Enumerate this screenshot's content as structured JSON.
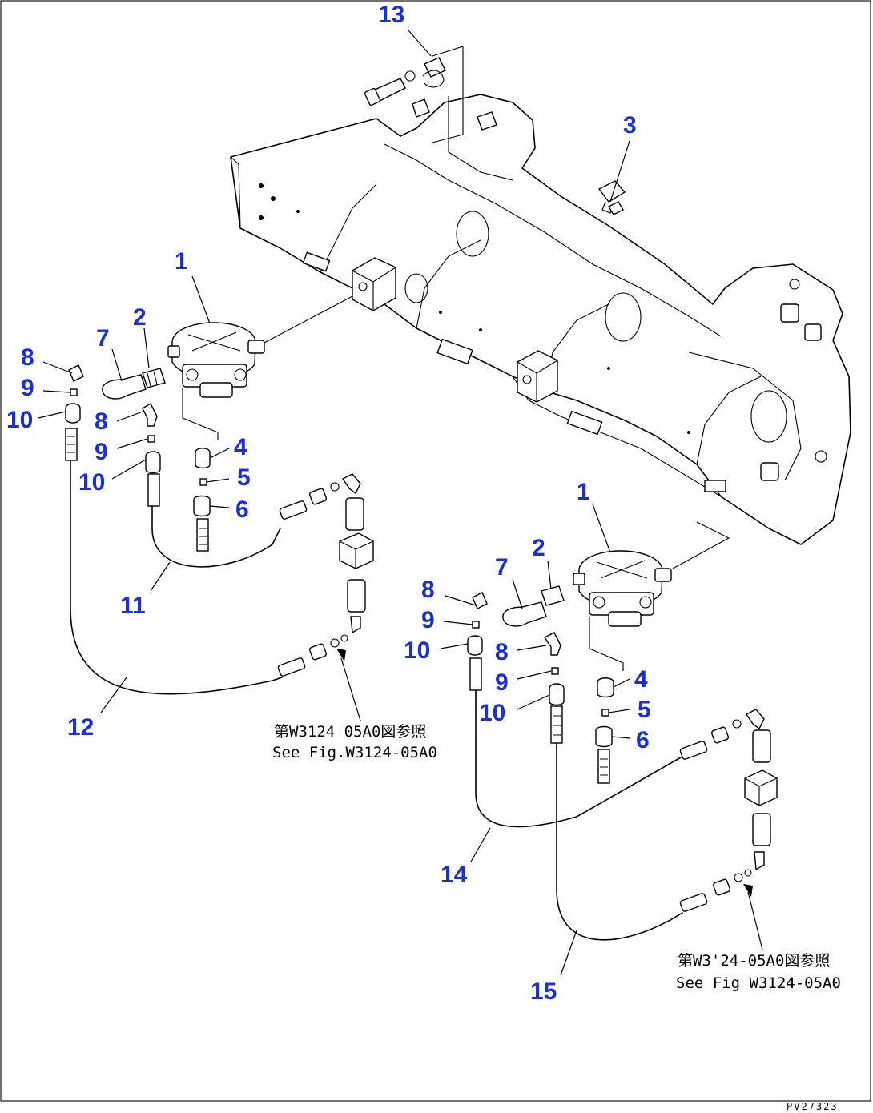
{
  "callouts": [
    {
      "id": "c13",
      "label": "13"
    },
    {
      "id": "c3",
      "label": "3"
    },
    {
      "id": "c1a",
      "label": "1"
    },
    {
      "id": "c2a",
      "label": "2"
    },
    {
      "id": "c7a",
      "label": "7"
    },
    {
      "id": "c8a",
      "label": "8"
    },
    {
      "id": "c9a",
      "label": "9"
    },
    {
      "id": "c10a",
      "label": "10"
    },
    {
      "id": "c8b",
      "label": "8"
    },
    {
      "id": "c9b",
      "label": "9"
    },
    {
      "id": "c10b",
      "label": "10"
    },
    {
      "id": "c4a",
      "label": "4"
    },
    {
      "id": "c5a",
      "label": "5"
    },
    {
      "id": "c6a",
      "label": "6"
    },
    {
      "id": "c11",
      "label": "11"
    },
    {
      "id": "c12",
      "label": "12"
    },
    {
      "id": "c1b",
      "label": "1"
    },
    {
      "id": "c2b",
      "label": "2"
    },
    {
      "id": "c7b",
      "label": "7"
    },
    {
      "id": "c8c",
      "label": "8"
    },
    {
      "id": "c9c",
      "label": "9"
    },
    {
      "id": "c10c",
      "label": "10"
    },
    {
      "id": "c8d",
      "label": "8"
    },
    {
      "id": "c9d",
      "label": "9"
    },
    {
      "id": "c10d",
      "label": "10"
    },
    {
      "id": "c4b",
      "label": "4"
    },
    {
      "id": "c5b",
      "label": "5"
    },
    {
      "id": "c6b",
      "label": "6"
    },
    {
      "id": "c14",
      "label": "14"
    },
    {
      "id": "c15",
      "label": "15"
    }
  ],
  "notes": {
    "ref1_jp": "第W3124 05A0図参照",
    "ref1_en": "See Fig.W3124-05A0",
    "ref2_jp": "第W3'24-05A0図参照",
    "ref2_en": "See Fig W3124-05A0"
  },
  "drawing_code": "PV27323"
}
